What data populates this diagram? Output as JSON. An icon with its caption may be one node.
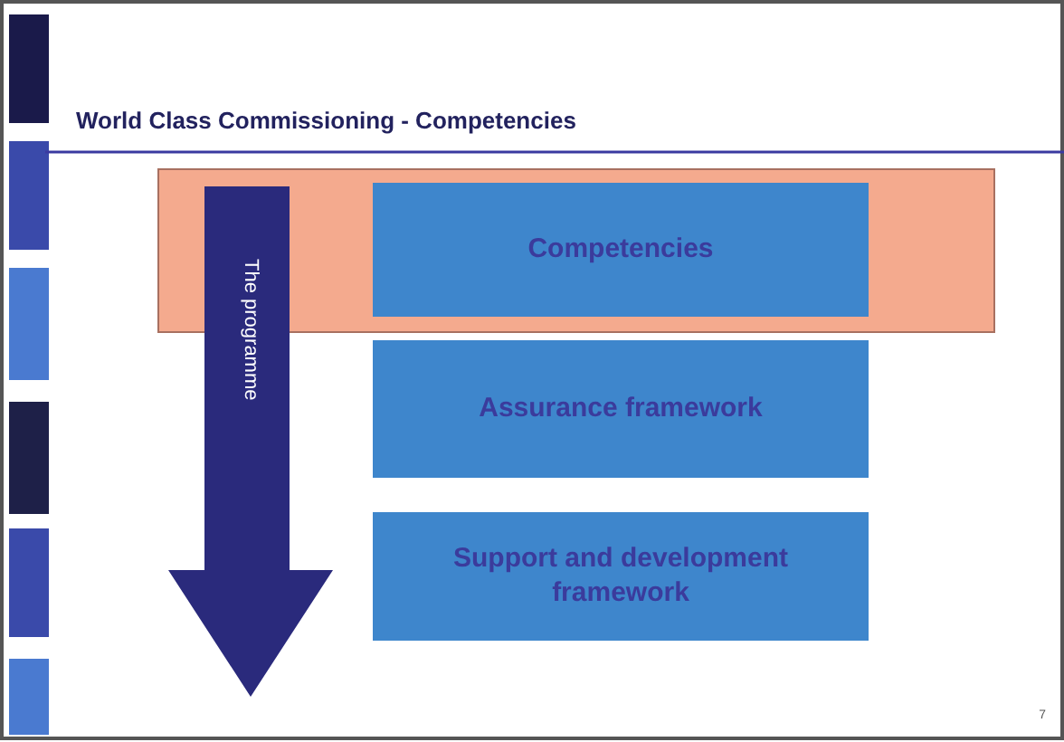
{
  "diagram": {
    "title": "World Class Commissioning - Competencies",
    "nodes": [
      {
        "text": [],
        "shape": "box"
      },
      {
        "text": [
          "Competencies"
        ],
        "in": 0
      },
      {
        "text": [
          "Assurance framework"
        ]
      },
      {
        "text": [
          "Support and development framework"
        ]
      },
      {
        "text": [
          "The programme"
        ]
      }
    ],
    "labels": [
      "7"
    ]
  }
}
